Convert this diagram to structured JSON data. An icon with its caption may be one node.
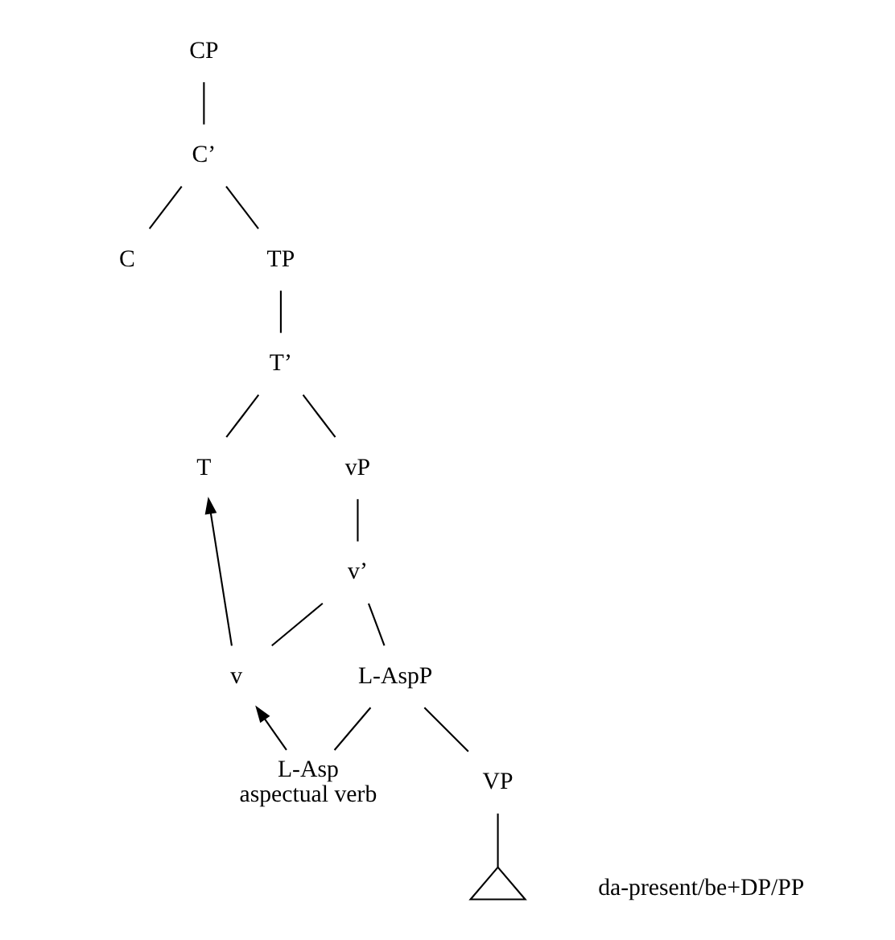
{
  "diagram": {
    "nodes": [
      {
        "text": [
          "CP"
        ]
      },
      {
        "text": [
          "C’"
        ]
      },
      {
        "text": [
          "C"
        ]
      },
      {
        "text": [
          "TP"
        ]
      },
      {
        "text": [
          "T’"
        ]
      },
      {
        "text": [
          "T"
        ]
      },
      {
        "text": [
          "vP"
        ]
      },
      {
        "text": [
          "v’"
        ]
      },
      {
        "text": [
          "v"
        ]
      },
      {
        "text": [
          "L-AspP"
        ]
      },
      {
        "text": [
          "L-Asp"
        ],
        "beside": [
          "aspectual verb"
        ]
      },
      {
        "text": [
          "VP"
        ]
      },
      {
        "text": [],
        "shape": "triangle",
        "beside": [
          "da-present/be+DP/PP"
        ]
      }
    ],
    "edges": [
      {
        "from": 0,
        "to": 1,
        "arrow": "none"
      },
      {
        "from": 1,
        "to": 2,
        "arrow": "none"
      },
      {
        "from": 1,
        "to": 3,
        "arrow": "none"
      },
      {
        "from": 3,
        "to": 4,
        "arrow": "none"
      },
      {
        "from": 4,
        "to": 5,
        "arrow": "none"
      },
      {
        "from": 4,
        "to": 6,
        "arrow": "none"
      },
      {
        "from": 6,
        "to": 7,
        "arrow": "none"
      },
      {
        "from": 7,
        "to": 8,
        "arrow": "none"
      },
      {
        "from": 7,
        "to": 9,
        "arrow": "none"
      },
      {
        "from": 9,
        "to": 10,
        "arrow": "none"
      },
      {
        "from": 9,
        "to": 11,
        "arrow": "none"
      },
      {
        "from": 11,
        "to": 12,
        "arrow": "none"
      },
      {
        "from": 8,
        "to": 5,
        "arrow": "to"
      },
      {
        "from": 10,
        "to": 8,
        "arrow": "to"
      }
    ]
  }
}
